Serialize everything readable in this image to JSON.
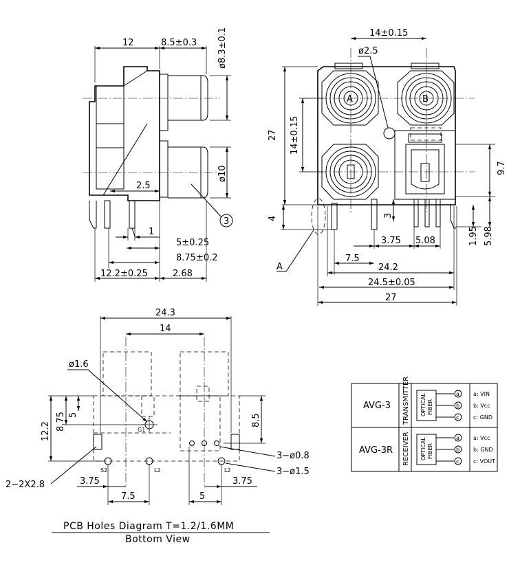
{
  "side_view": {
    "dims": {
      "d12": "12",
      "d8_5": "8.5±0.3",
      "d8_3": "ø8.3±0.1",
      "d10": "ø10",
      "d2_5": "2.5",
      "d1": "1",
      "d5": "5±0.25",
      "d8_75": "8.75±0.2",
      "d12_2": "12.2±0.25",
      "d2_68": "2.68",
      "callout3": "3"
    }
  },
  "front_view": {
    "dims": {
      "d14": "14±0.15",
      "d2_5": "ø2.5",
      "d27v": "27",
      "d14v": "14±0.15",
      "d9_7": "9.7",
      "d4": "4",
      "d3": "3",
      "d3_75": "3.75",
      "d5_08": "5.08",
      "d1_95": "1.95",
      "d5_98": "5.98",
      "d7_5": "7.5",
      "d24_2": "24.2",
      "d24_5": "24.5±0.05",
      "d27h": "27",
      "labelA": "A"
    },
    "jack_labels": [
      "A",
      "B"
    ]
  },
  "pcb_view": {
    "dims": {
      "d24_3": "24.3",
      "d14": "14",
      "d1_6": "ø1.6",
      "d12_2": "12.2",
      "d8_75": "8.75",
      "d5": "5",
      "d8_5": "8.5",
      "d3_08": "3−ø0.8",
      "d3_15": "3−ø1.5",
      "d2_2x2_8": "2−2X2.8",
      "d3_75a": "3.75",
      "d7_5": "7.5",
      "d5b": "5",
      "d3_75b": "3.75"
    },
    "pin_labels": [
      "G1",
      "S2",
      "L2",
      "L2"
    ],
    "title": "PCB Holes Diagram T=1.2/1.6MM",
    "subtitle": "Bottom View"
  },
  "table": {
    "rows": [
      {
        "model": "AVG-3",
        "type": "TRANSMITTER",
        "fiber": [
          "OPTICAL",
          "FIBER"
        ],
        "pins": [
          "a",
          "b",
          "c"
        ],
        "signals": [
          "a: VIN",
          "b: Vcc",
          "c: GND"
        ]
      },
      {
        "model": "AVG-3R",
        "type": "RECEIVER",
        "fiber": [
          "OPTICAL",
          "FIBER"
        ],
        "pins": [
          "a",
          "b",
          "c"
        ],
        "signals": [
          "a: Vcc",
          "b: GND",
          "c: VOUT"
        ]
      }
    ]
  }
}
